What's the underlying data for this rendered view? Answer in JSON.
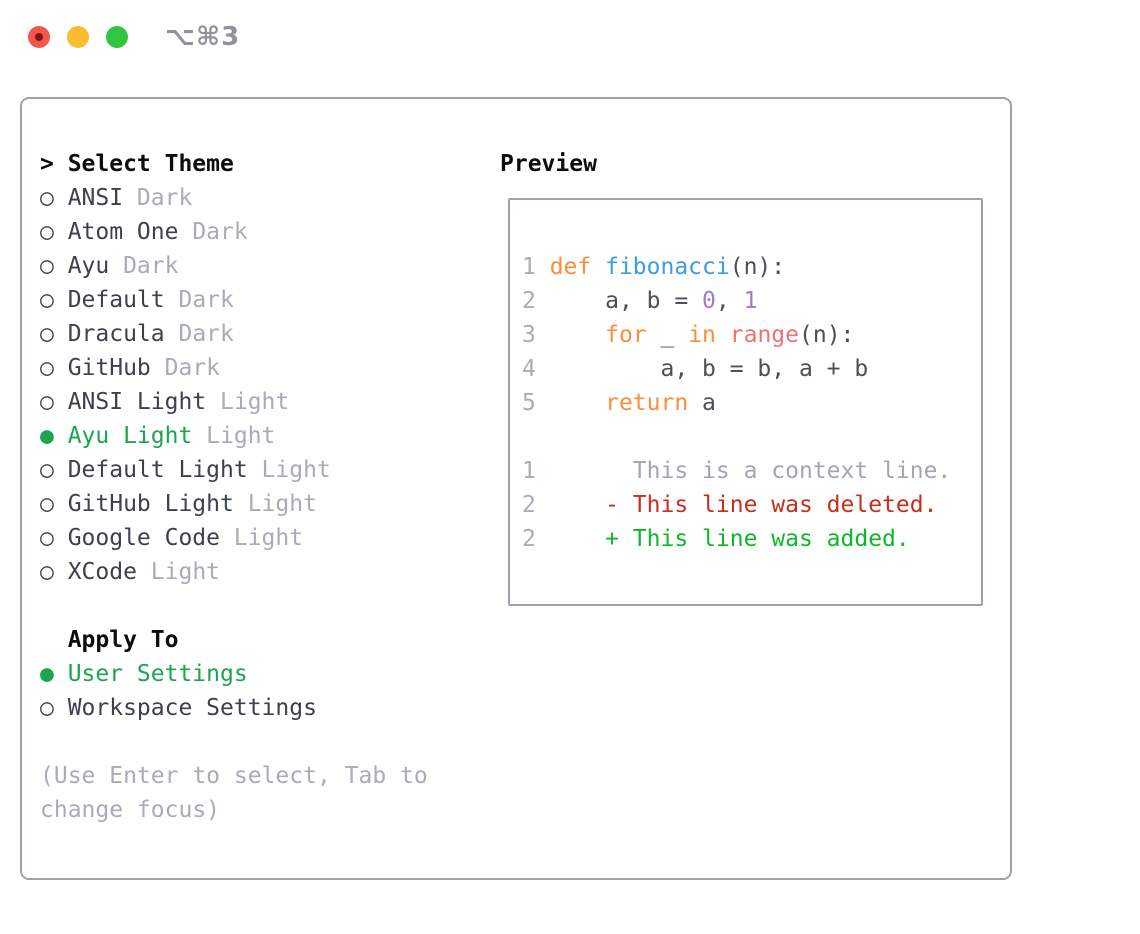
{
  "window": {
    "shortcut_label": "⌥⌘3",
    "traffic_lights": [
      "close",
      "minimize",
      "zoom"
    ]
  },
  "theme_picker": {
    "header_marker": ">",
    "header": "Select Theme",
    "radio_selected_icon": "●",
    "radio_unselected_icon": "○",
    "themes": [
      {
        "name": "ANSI",
        "variant": "Dark",
        "selected": false
      },
      {
        "name": "Atom One",
        "variant": "Dark",
        "selected": false
      },
      {
        "name": "Ayu",
        "variant": "Dark",
        "selected": false
      },
      {
        "name": "Default",
        "variant": "Dark",
        "selected": false
      },
      {
        "name": "Dracula",
        "variant": "Dark",
        "selected": false
      },
      {
        "name": "GitHub",
        "variant": "Dark",
        "selected": false
      },
      {
        "name": "ANSI Light",
        "variant": "Light",
        "selected": false
      },
      {
        "name": "Ayu Light",
        "variant": "Light",
        "selected": true
      },
      {
        "name": "Default Light",
        "variant": "Light",
        "selected": false
      },
      {
        "name": "GitHub Light",
        "variant": "Light",
        "selected": false
      },
      {
        "name": "Google Code",
        "variant": "Light",
        "selected": false
      },
      {
        "name": "XCode",
        "variant": "Light",
        "selected": false
      }
    ],
    "apply_to": {
      "header": "Apply To",
      "options": [
        {
          "label": "User Settings",
          "selected": true
        },
        {
          "label": "Workspace Settings",
          "selected": false
        }
      ]
    },
    "hint_lines": [
      "(Use Enter to select, Tab to",
      "change focus)"
    ]
  },
  "preview": {
    "header": "Preview",
    "code_lines": [
      [
        [
          "num",
          "1 "
        ],
        [
          "kw",
          "def "
        ],
        [
          "fn",
          "fibonacci"
        ],
        [
          "pl",
          "(n):"
        ]
      ],
      [
        [
          "num",
          "2 "
        ],
        [
          "pl",
          "    a, b = "
        ],
        [
          "const",
          "0"
        ],
        [
          "pl",
          ", "
        ],
        [
          "const",
          "1"
        ]
      ],
      [
        [
          "num",
          "3 "
        ],
        [
          "pl",
          "    "
        ],
        [
          "kw",
          "for"
        ],
        [
          "pl",
          " _ "
        ],
        [
          "kw",
          "in"
        ],
        [
          "pl",
          " "
        ],
        [
          "call",
          "range"
        ],
        [
          "pl",
          "(n):"
        ]
      ],
      [
        [
          "num",
          "4 "
        ],
        [
          "pl",
          "        a, b = b, a + b"
        ]
      ],
      [
        [
          "num",
          "5 "
        ],
        [
          "pl",
          "    "
        ],
        [
          "kw",
          "return"
        ],
        [
          "pl",
          " a"
        ]
      ],
      [],
      [
        [
          "num",
          "1"
        ],
        [
          "ctx",
          "       This is a context line."
        ]
      ],
      [
        [
          "num",
          "2"
        ],
        [
          "del",
          "     - This line was deleted."
        ]
      ],
      [
        [
          "num",
          "2"
        ],
        [
          "ins",
          "     + This line was added."
        ]
      ]
    ]
  },
  "colors": {
    "accent_green": "#1ca54e",
    "keyword_orange": "#fa8d3e",
    "function_blue": "#399ee6",
    "constant_purple": "#a37acc",
    "call_coral": "#f07171",
    "diff_removed_red": "#c62e1d",
    "diff_added_green": "#0eb829",
    "muted_gray": "#a6adb8",
    "text_dark": "#3c424b",
    "border_gray": "#9ca3ad",
    "traffic_red": "#f4554c",
    "traffic_yellow": "#fbbd2e",
    "traffic_green": "#30c63e"
  }
}
